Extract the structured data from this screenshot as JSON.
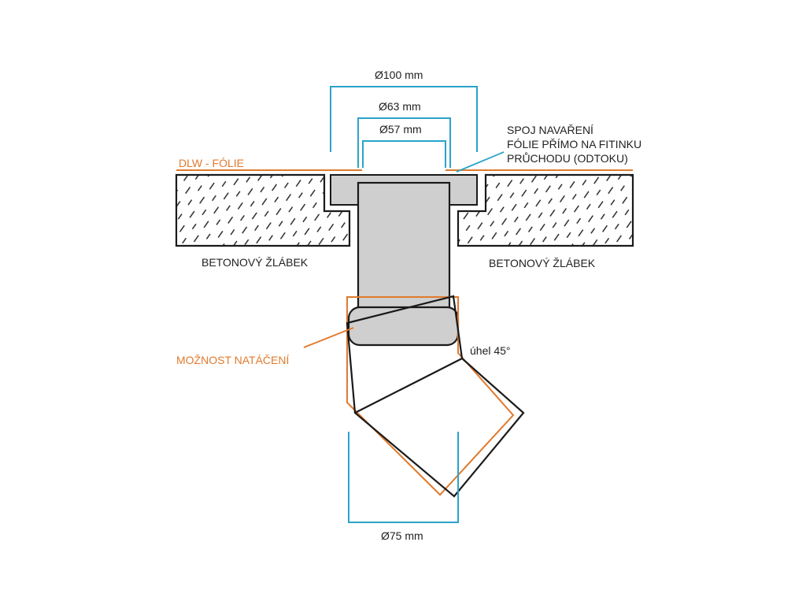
{
  "dimensions": {
    "d100": "Ø100 mm",
    "d63": "Ø63 mm",
    "d57": "Ø57 mm",
    "d75": "Ø75 mm"
  },
  "labels": {
    "foil": "DLW - FÓLIE",
    "weld_line1": "SPOJ NAVAŘENÍ",
    "weld_line2": "FÓLIE PŘÍMO NA FITINKU",
    "weld_line3": "PRŮCHODU (ODTOKU)",
    "channel_left": "BETONOVÝ ŽLÁBEK",
    "channel_right": "BETONOVÝ ŽLÁBEK",
    "rotation": "MOŽNOST NATÁČENÍ",
    "angle": "úhel 45°"
  },
  "colors": {
    "dimension": "#2aa3c9",
    "accent": "#e07a2e",
    "outline": "#1a1a1a",
    "pipe_fill": "#cfcfcf",
    "concrete_fill": "#ffffff"
  }
}
